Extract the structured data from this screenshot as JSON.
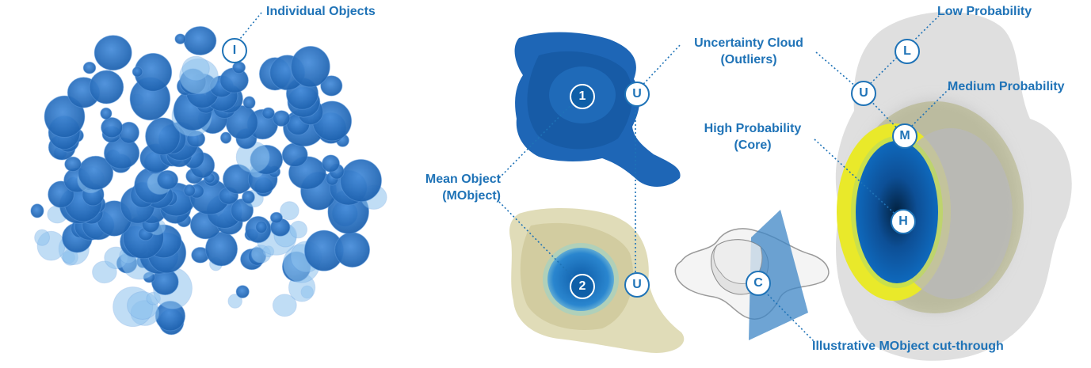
{
  "labels": {
    "individual_objects": "Individual Objects",
    "uncertainty_cloud_1": "Uncertainty Cloud",
    "uncertainty_cloud_2": "(Outliers)",
    "mean_object_1": "Mean Object",
    "mean_object_2": "(MObject)",
    "low_probability": "Low Probability",
    "medium_probability": "Medium Probability",
    "high_probability_1": "High Probability",
    "high_probability_2": "(Core)",
    "cutthrough": "Illustrative MObject cut-through"
  },
  "markers": {
    "i": "I",
    "one": "1",
    "u_top": "U",
    "two": "2",
    "u_bottom": "U",
    "c": "C",
    "l": "L",
    "u_right": "U",
    "m": "M",
    "h": "H"
  },
  "colors": {
    "accent": "#1f73b7",
    "object_blue": "#2f78c8",
    "mean_blue": "#1565b8",
    "cloud_olive": "#cfc99a",
    "medium_yellow": "#e6e61e",
    "low_gray": "#cfcfcf"
  }
}
